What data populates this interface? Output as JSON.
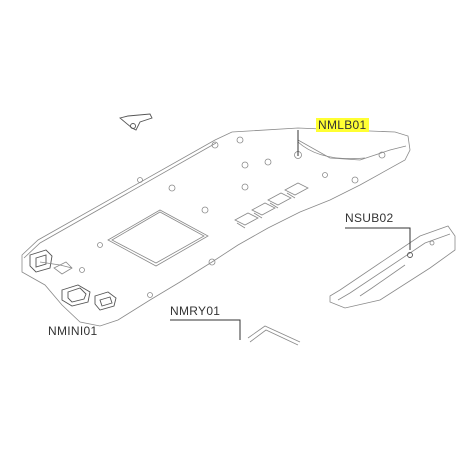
{
  "diagram": {
    "labels": {
      "main_board": "NMLB01",
      "sub_board": "NSUB02",
      "relay_board": "NMRY01",
      "mini_board": "NMINI01"
    },
    "highlight_color": "#ffff33",
    "line_color": "#8a8a8a"
  }
}
